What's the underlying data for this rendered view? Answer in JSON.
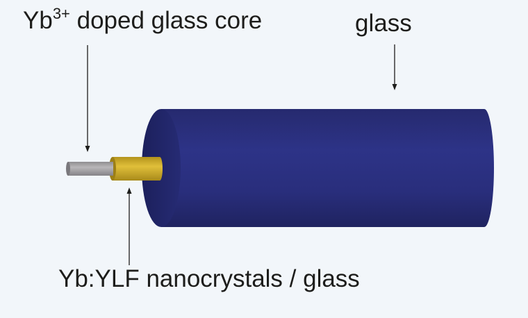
{
  "labels": {
    "core_prefix": "Yb",
    "core_superscript": "3+",
    "core_suffix": " doped glass core",
    "outer_cladding": "glass",
    "inner_cladding": "Yb:YLF nanocrystals / glass"
  },
  "colors": {
    "background": "#f2f6fa",
    "outer_glass": "#2a2f7f",
    "nanocrystal_layer": "#d8b52c",
    "core": "#a8a6a8",
    "text": "#1d1d1b",
    "arrow": "#1d1d1b"
  }
}
